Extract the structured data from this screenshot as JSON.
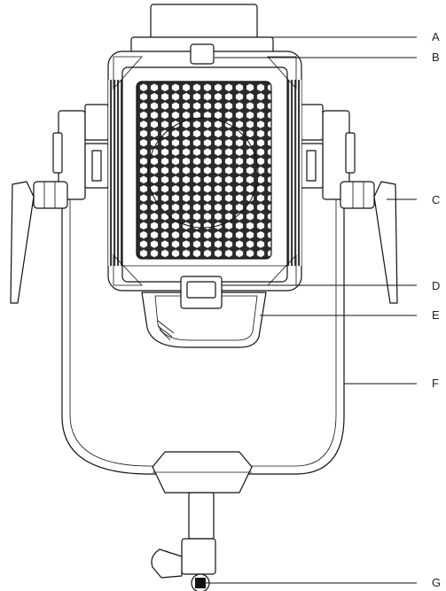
{
  "colors": {
    "line": "#111111",
    "background": "#ffffff",
    "fin": "#3a3a3a",
    "grille": "#2a2a2a"
  },
  "labels": [
    {
      "id": "A",
      "text": "A"
    },
    {
      "id": "B",
      "text": "B"
    },
    {
      "id": "C",
      "text": "C"
    },
    {
      "id": "D",
      "text": "D"
    },
    {
      "id": "E",
      "text": "E"
    },
    {
      "id": "F",
      "text": "F"
    },
    {
      "id": "G",
      "text": "G"
    }
  ]
}
